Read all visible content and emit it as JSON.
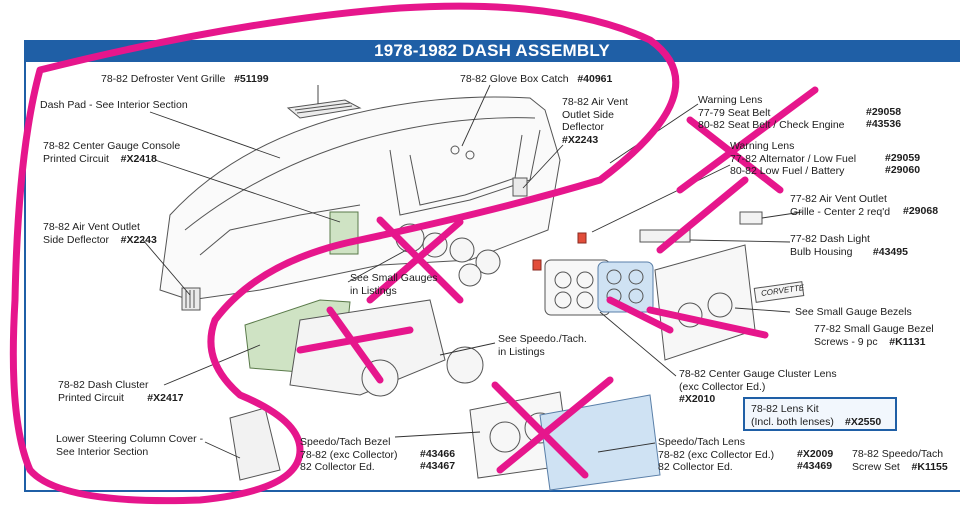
{
  "title": "1978-1982 DASH ASSEMBLY",
  "colors": {
    "header": "#1f5fa6",
    "marker": "#e6168c",
    "line": "#4a4a4a"
  },
  "labels": {
    "defroster": {
      "text": "78-82  Defroster Vent Grille",
      "part": "#51199"
    },
    "glovebox": {
      "text": "78-82  Glove Box Catch",
      "part": "#40961"
    },
    "dashpad": {
      "text": "Dash Pad - See Interior Section"
    },
    "airvent_side": {
      "l1": "78-82  Air Vent",
      "l2": "Outlet Side",
      "l3": "Deflector",
      "part": "#X2243"
    },
    "warning1": {
      "l1": "Warning Lens",
      "l2": "77-79  Seat Belt",
      "part1": "#29058",
      "l3": "80-82  Seat Belt / Check Engine",
      "part2": "#43536"
    },
    "center_console": {
      "l1": "78-82  Center Gauge Console",
      "l2": "Printed Circuit",
      "part": "#X2418"
    },
    "warning2": {
      "l1": "Warning Lens",
      "l2": "77-82  Alternator / Low Fuel",
      "part1": "#29059",
      "l3": "80-82  Low Fuel / Battery",
      "part2": "#29060"
    },
    "airvent_left": {
      "l1": "78-82  Air Vent Outlet",
      "l2": "Side Deflector",
      "part": "#X2243"
    },
    "airvent_center": {
      "l1": "77-82  Air Vent Outlet",
      "l2": "Grille - Center  2 req'd",
      "part": "#29068"
    },
    "dashlight": {
      "l1": "77-82  Dash Light",
      "l2": "Bulb Housing",
      "part": "#43495"
    },
    "small_gauges": {
      "l1": "See Small Gauges",
      "l2": "in Listings"
    },
    "small_bezels": {
      "text": "See Small Gauge Bezels"
    },
    "bezel_screws": {
      "l1": "77-82 Small Gauge Bezel",
      "l2": "Screws - 9 pc",
      "part": "#K1131"
    },
    "speedo_tach": {
      "l1": "See Speedo./Tach.",
      "l2": "in Listings"
    },
    "cluster_lens": {
      "l1": "78-82 Center Gauge Cluster Lens",
      "l2": "(exc Collector Ed.)",
      "part": "#X2010"
    },
    "dash_cluster": {
      "l1": "78-82  Dash Cluster",
      "l2": "Printed Circuit",
      "part": "#X2417"
    },
    "lens_kit": {
      "l1": "78-82  Lens Kit",
      "l2": "(Incl. both lenses)",
      "part": "#X2550"
    },
    "steering_cover": {
      "l1": "Lower Steering Column Cover -",
      "l2": "See Interior Section"
    },
    "bezel": {
      "l1": "Speedo/Tach Bezel",
      "l2": "78-82  (exc Collector)",
      "part1": "#43466",
      "l3": "82       Collector Ed.",
      "part2": "#43467"
    },
    "speedo_lens": {
      "l1": "Speedo/Tach Lens",
      "l2": "78-82  (exc Collector Ed.)",
      "part1": "#X2009",
      "l3": "82       Collector Ed.",
      "part2": "#43469"
    },
    "screw_set": {
      "l1": "78-82 Speedo/Tach",
      "l2": "Screw Set",
      "part": "#K1155"
    },
    "corvette_badge": "CORVETTE"
  }
}
